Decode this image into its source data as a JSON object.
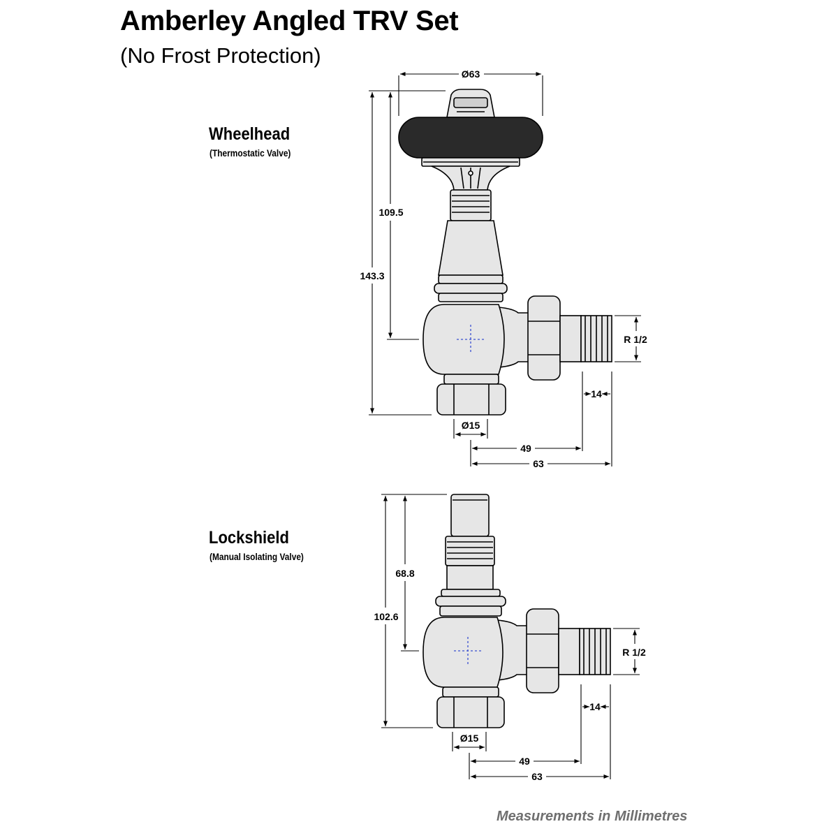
{
  "title": "Amberley Angled TRV Set",
  "subtitle": "(No Frost Protection)",
  "wheelhead": {
    "name": "Wheelhead",
    "description": "(Thermostatic Valve)",
    "dims": {
      "head_diameter": "Ø63",
      "height_to_centre": "109.5",
      "overall_height": "143.3",
      "thread": "R 1/2",
      "tail_length": "14",
      "pipe_diameter": "Ø15",
      "to_union": "49",
      "overall_width": "63"
    }
  },
  "lockshield": {
    "name": "Lockshield",
    "description": "(Manual Isolating Valve)",
    "dims": {
      "height_to_centre": "68.8",
      "overall_height": "102.6",
      "thread": "R 1/2",
      "tail_length": "14",
      "pipe_diameter": "Ø15",
      "to_union": "49",
      "overall_width": "63"
    }
  },
  "footer": "Measurements in Millimetres",
  "colors": {
    "valve_fill": "#e6e6e6",
    "handwheel": "#2a2a2a",
    "centre_mark": "#3a4fd0",
    "footer_text": "#6f6f6f"
  }
}
